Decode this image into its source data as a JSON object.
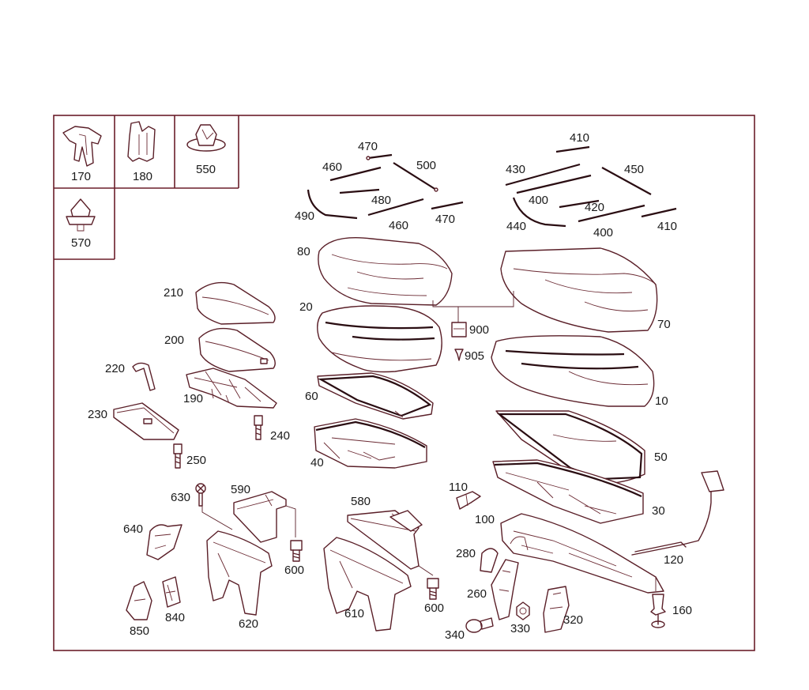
{
  "accent_color": "#6b1e2a",
  "labels": {
    "l170": "170",
    "l180": "180",
    "l550": "550",
    "l570": "570",
    "l470a": "470",
    "l460a": "460",
    "l500": "500",
    "l480": "480",
    "l490": "490",
    "l460b": "460",
    "l470b": "470",
    "l410a": "410",
    "l430": "430",
    "l450": "450",
    "l400a": "400",
    "l420": "420",
    "l440": "440",
    "l400b": "400",
    "l410b": "410",
    "l80": "80",
    "l70": "70",
    "l900": "900",
    "l905": "905",
    "l210": "210",
    "l200": "200",
    "l20": "20",
    "l10": "10",
    "l220": "220",
    "l190": "190",
    "l60": "60",
    "l50": "50",
    "l230": "230",
    "l240": "240",
    "l250": "250",
    "l40": "40",
    "l110": "110",
    "l30": "30",
    "l100": "100",
    "l120": "120",
    "l630": "630",
    "l590": "590",
    "l580": "580",
    "l640": "640",
    "l600a": "600",
    "l600b": "600",
    "l280": "280",
    "l260": "260",
    "l610": "610",
    "l620": "620",
    "l840": "840",
    "l850": "850",
    "l340": "340",
    "l330": "330",
    "l320": "320",
    "l160": "160"
  }
}
